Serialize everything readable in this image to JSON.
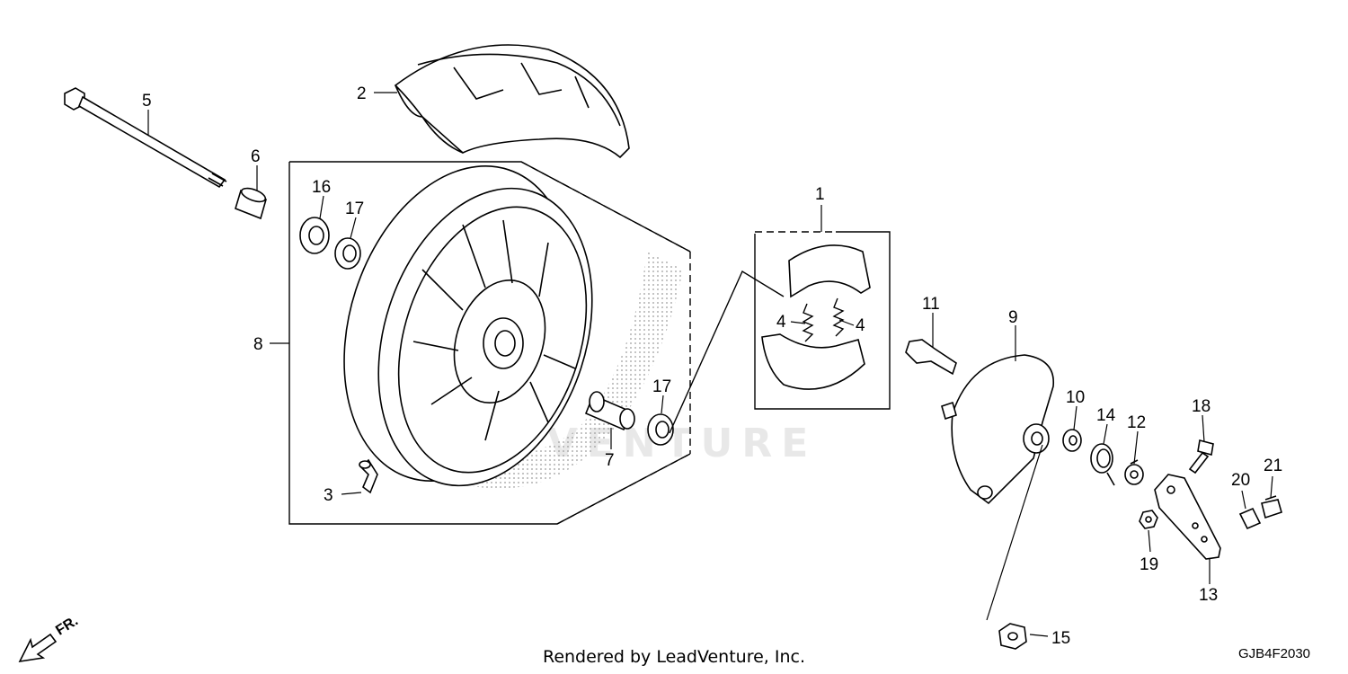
{
  "watermark": "LEADVENTURE",
  "footer": {
    "credit": "Rendered by LeadVenture, Inc.",
    "code": "GJB4F2030"
  },
  "direction": {
    "label": "FR."
  },
  "callouts": [
    {
      "id": "1",
      "text": "1"
    },
    {
      "id": "2",
      "text": "2"
    },
    {
      "id": "3",
      "text": "3"
    },
    {
      "id": "4a",
      "text": "4"
    },
    {
      "id": "4b",
      "text": "4"
    },
    {
      "id": "5",
      "text": "5"
    },
    {
      "id": "6",
      "text": "6"
    },
    {
      "id": "7",
      "text": "7"
    },
    {
      "id": "8",
      "text": "8"
    },
    {
      "id": "9",
      "text": "9"
    },
    {
      "id": "10",
      "text": "10"
    },
    {
      "id": "11",
      "text": "11"
    },
    {
      "id": "12",
      "text": "12"
    },
    {
      "id": "13",
      "text": "13"
    },
    {
      "id": "14",
      "text": "14"
    },
    {
      "id": "15",
      "text": "15"
    },
    {
      "id": "16",
      "text": "16"
    },
    {
      "id": "17a",
      "text": "17"
    },
    {
      "id": "17b",
      "text": "17"
    },
    {
      "id": "18",
      "text": "18"
    },
    {
      "id": "19",
      "text": "19"
    },
    {
      "id": "20",
      "text": "20"
    },
    {
      "id": "21",
      "text": "21"
    }
  ]
}
